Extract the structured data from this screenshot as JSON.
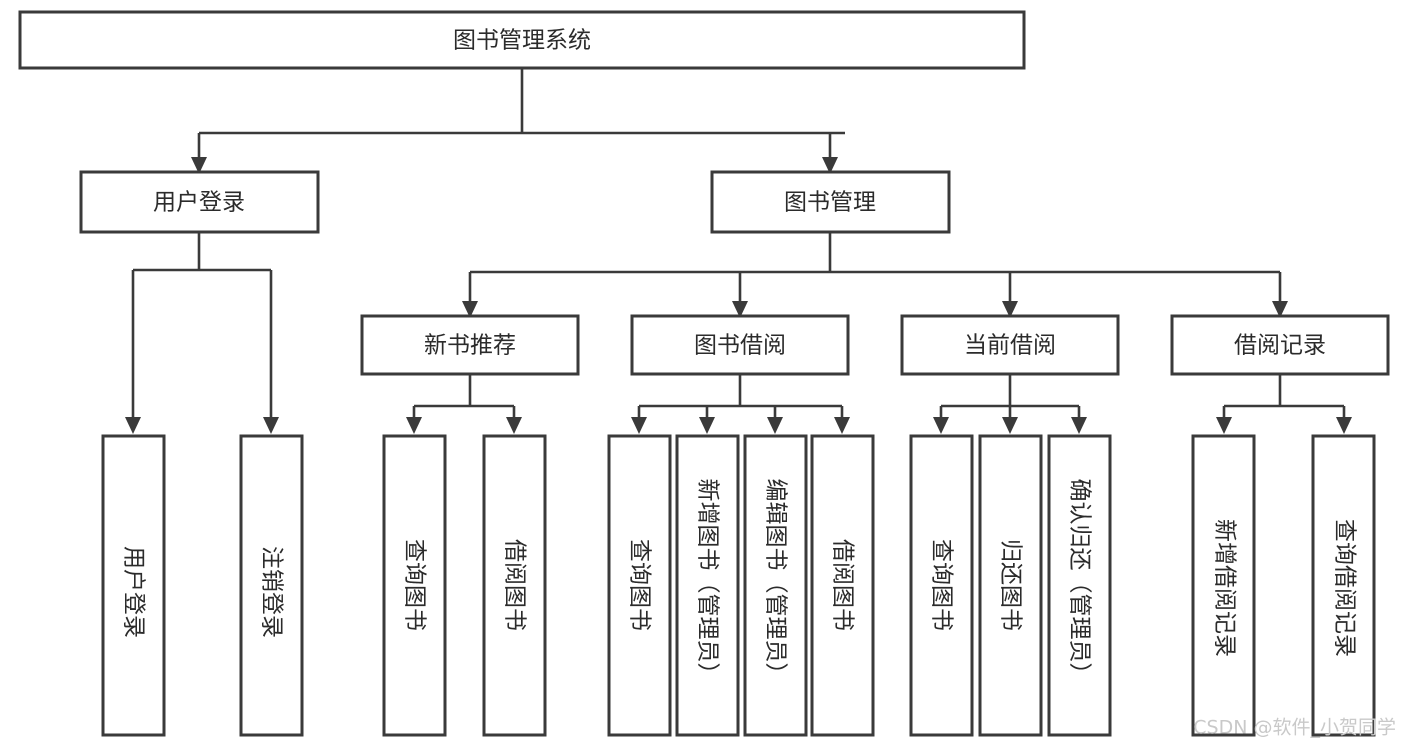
{
  "diagram": {
    "type": "tree",
    "title": "图书管理系统",
    "orientation": "top-down",
    "colors": {
      "box_stroke": "#3a3a3a",
      "box_fill": "#ffffff",
      "connector": "#3a3a3a",
      "label_text": "#2b2b2b",
      "background": "#ffffff",
      "watermark": "#c9c9c9"
    },
    "root": {
      "id": "root",
      "label": "图书管理系统",
      "text_orientation": "horizontal"
    },
    "level2": [
      {
        "id": "user-login",
        "label": "用户登录",
        "text_orientation": "horizontal"
      },
      {
        "id": "book-management",
        "label": "图书管理",
        "text_orientation": "horizontal"
      }
    ],
    "level3": [
      {
        "id": "new-book-recommend",
        "label": "新书推荐",
        "parent": "book-management",
        "text_orientation": "horizontal"
      },
      {
        "id": "book-borrow",
        "label": "图书借阅",
        "parent": "book-management",
        "text_orientation": "horizontal"
      },
      {
        "id": "current-borrow",
        "label": "当前借阅",
        "parent": "book-management",
        "text_orientation": "horizontal"
      },
      {
        "id": "borrow-record",
        "label": "借阅记录",
        "parent": "book-management",
        "text_orientation": "horizontal"
      }
    ],
    "leaves": [
      {
        "id": "leaf-user-login",
        "label": "用户登录",
        "parent": "user-login",
        "text_orientation": "vertical"
      },
      {
        "id": "leaf-logout",
        "label": "注销登录",
        "parent": "user-login",
        "text_orientation": "vertical"
      },
      {
        "id": "leaf-query-book-1",
        "label": "查询图书",
        "parent": "new-book-recommend",
        "text_orientation": "vertical"
      },
      {
        "id": "leaf-borrow-book-1",
        "label": "借阅图书",
        "parent": "new-book-recommend",
        "text_orientation": "vertical"
      },
      {
        "id": "leaf-query-book-2",
        "label": "查询图书",
        "parent": "book-borrow",
        "text_orientation": "vertical"
      },
      {
        "id": "leaf-add-book",
        "label": "新增图书（管理员）",
        "parent": "book-borrow",
        "text_orientation": "vertical"
      },
      {
        "id": "leaf-edit-book",
        "label": "编辑图书（管理员）",
        "parent": "book-borrow",
        "text_orientation": "vertical"
      },
      {
        "id": "leaf-borrow-book-2",
        "label": "借阅图书",
        "parent": "book-borrow",
        "text_orientation": "vertical"
      },
      {
        "id": "leaf-query-book-3",
        "label": "查询图书",
        "parent": "current-borrow",
        "text_orientation": "vertical"
      },
      {
        "id": "leaf-return-book",
        "label": "归还图书",
        "parent": "current-borrow",
        "text_orientation": "vertical"
      },
      {
        "id": "leaf-confirm-return",
        "label": "确认归还（管理员）",
        "parent": "current-borrow",
        "text_orientation": "vertical"
      },
      {
        "id": "leaf-add-record",
        "label": "新增借阅记录",
        "parent": "borrow-record",
        "text_orientation": "vertical"
      },
      {
        "id": "leaf-query-record",
        "label": "查询借阅记录",
        "parent": "borrow-record",
        "text_orientation": "vertical"
      }
    ]
  },
  "watermark": {
    "text": "CSDN @软件_小贺同学"
  }
}
